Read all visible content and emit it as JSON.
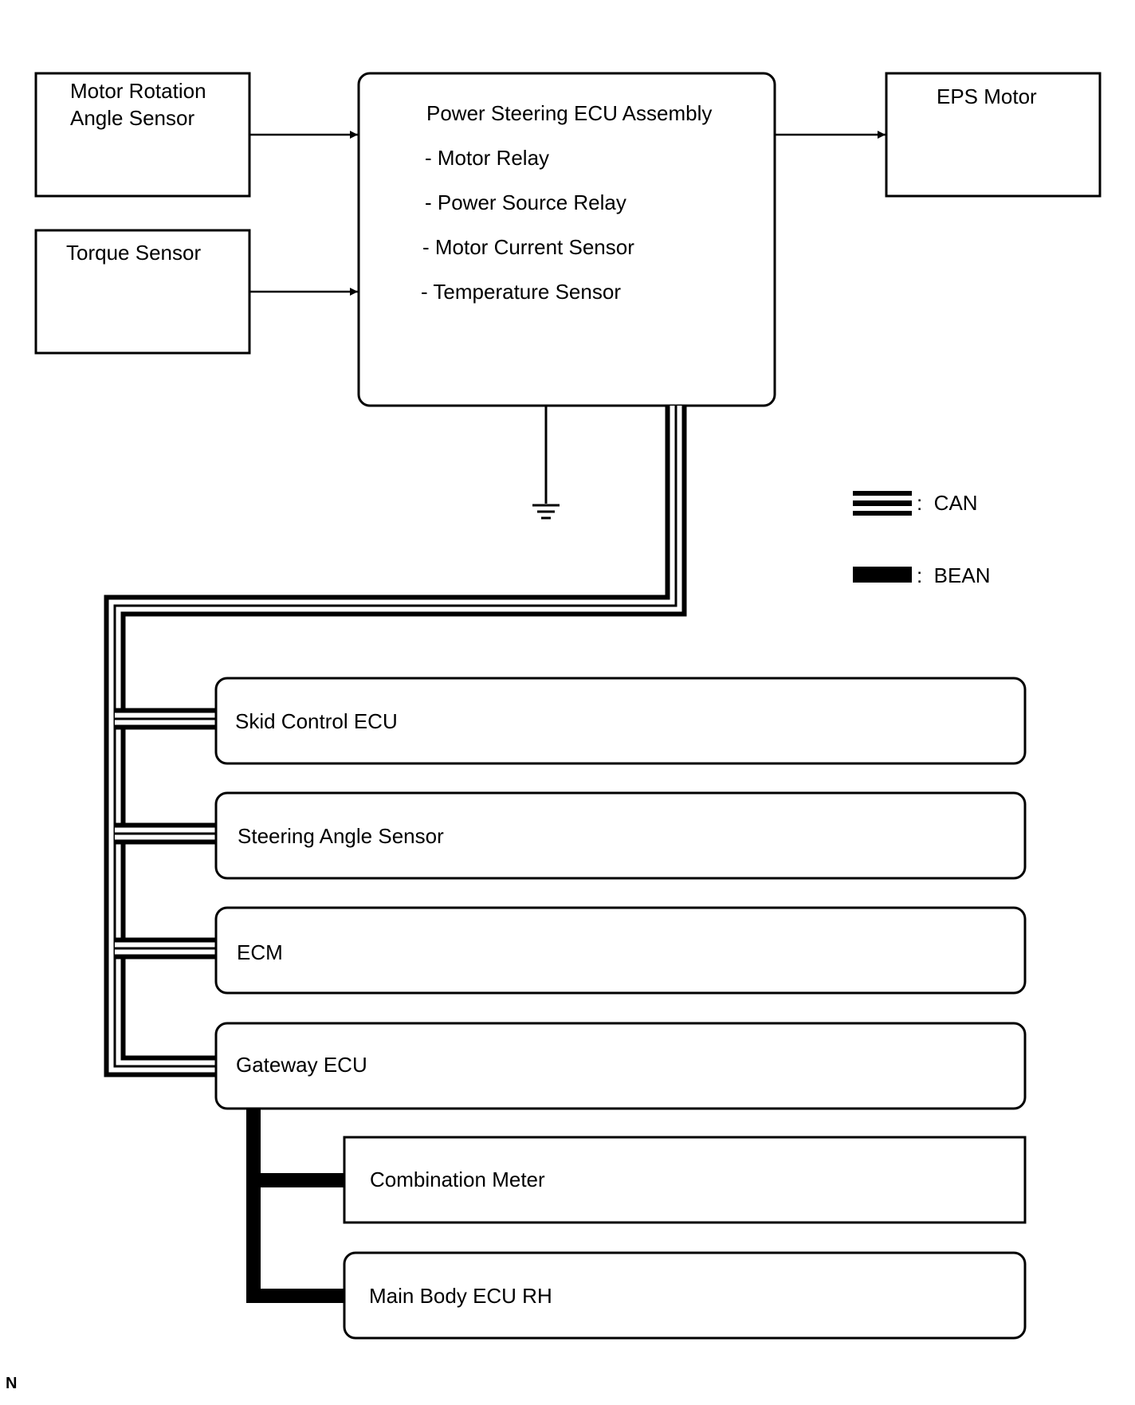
{
  "diagram": {
    "inputs": {
      "motor_rotation_angle_sensor": [
        "Motor Rotation",
        "Angle Sensor"
      ],
      "torque_sensor": "Torque Sensor"
    },
    "ecu": {
      "title": "Power Steering ECU Assembly",
      "items": [
        "- Motor Relay",
        "- Power Source Relay",
        "- Motor Current Sensor",
        "- Temperature Sensor"
      ]
    },
    "output": {
      "eps_motor": "EPS Motor"
    },
    "legend": {
      "can_label": ":  CAN",
      "bean_label": ":  BEAN"
    },
    "can_nodes": [
      "Skid Control ECU",
      "Steering Angle Sensor",
      "ECM",
      "Gateway ECU"
    ],
    "bean_nodes": [
      "Combination Meter",
      "Main Body ECU RH"
    ],
    "corner_mark": "N"
  }
}
